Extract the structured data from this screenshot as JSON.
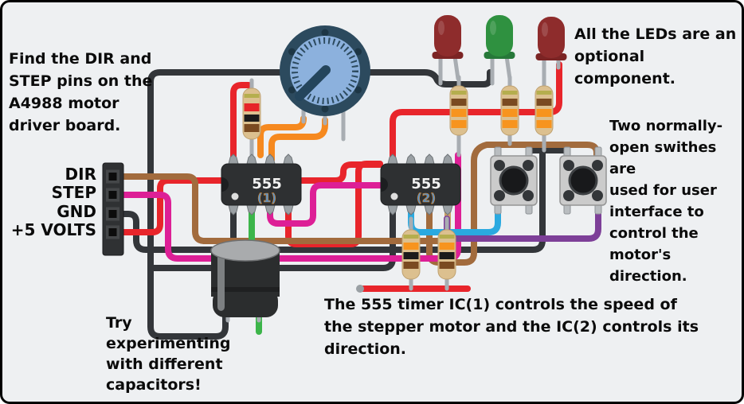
{
  "canvas": {
    "background": "#eef0f2",
    "border": "#000000"
  },
  "annotations": {
    "a4988": "Find the DIR and\nSTEP pins on the\nA4988 motor\ndriver board.",
    "leds": "All the LEDs are an\noptional component.",
    "switches": "Two normally-\nopen swithes are\nused for user\ninterface to\ncontrol the\nmotor's direction.",
    "timers": "The 555 timer IC(1) controls the speed of\nthe stepper motor and the IC(2) controls its\ndirection.",
    "capacitors": "Try\nexperimenting\nwith different\ncapacitors!"
  },
  "pin_labels": [
    "DIR",
    "STEP",
    "GND",
    "+5 VOLTS"
  ],
  "components": {
    "ic1": {
      "label": "555",
      "sub": "(1)"
    },
    "ic2": {
      "label": "555",
      "sub": "(2)"
    }
  },
  "colors": {
    "wire_red": "#e8252b",
    "wire_black": "#33363a",
    "wire_brown": "#a26b3d",
    "wire_tan": "#c9a065",
    "wire_magenta": "#dd1f96",
    "wire_orange": "#f6891f",
    "wire_cyan": "#2aa9e0",
    "wire_purple": "#7d3f98",
    "wire_green": "#3cb54a",
    "led_red": "#8e2c2c",
    "led_green": "#2f9140",
    "ic_body": "#2e3032",
    "pot_body": "#2c4a5e",
    "pot_knob": "#8cb1dd",
    "resistor_body": "#dcc08f",
    "button_body": "#cbcbcb",
    "capacitor_body": "#2b2d2e"
  }
}
